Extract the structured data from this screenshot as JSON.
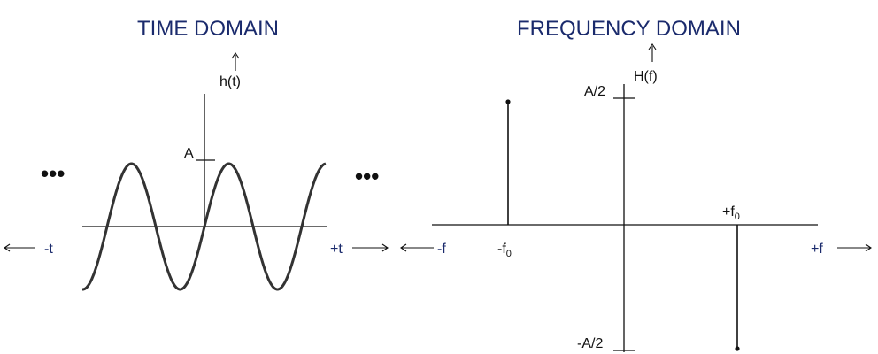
{
  "time_domain": {
    "title": "TIME DOMAIN",
    "y_axis_label": "h(t)",
    "amplitude_label": "A",
    "neg_axis_label": "-t",
    "pos_axis_label": "+t",
    "ellipsis": "•••",
    "wave_color": "#333333"
  },
  "frequency_domain": {
    "title": "FREQUENCY DOMAIN",
    "y_axis_label": "H(f)",
    "pos_amp_label": "A/2",
    "neg_amp_label": "-A/2",
    "neg_freq_label": "-f",
    "neg_freq_sub": "0",
    "pos_freq_label": "+f",
    "pos_freq_sub": "0",
    "neg_axis_label": "-f",
    "pos_axis_label": "+f",
    "impulses": [
      {
        "frequency": "-f0",
        "amplitude": "A/2"
      },
      {
        "frequency": "+f0",
        "amplitude": "-A/2"
      }
    ]
  },
  "colors": {
    "title": "#1a2a6c",
    "axis": "#111111"
  }
}
